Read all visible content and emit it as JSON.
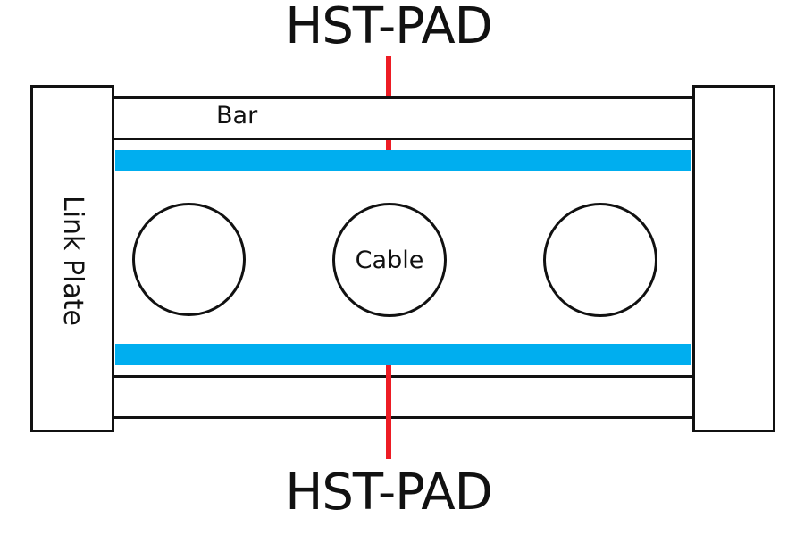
{
  "labels": {
    "top_pad": "HST-PAD",
    "bottom_pad": "HST-PAD",
    "bar": "Bar",
    "link_plate": "Link Plate",
    "cable": "Cable"
  },
  "colors": {
    "pad": "#00aeef",
    "indicator_line": "#ed1c24",
    "outline": "#111111"
  }
}
